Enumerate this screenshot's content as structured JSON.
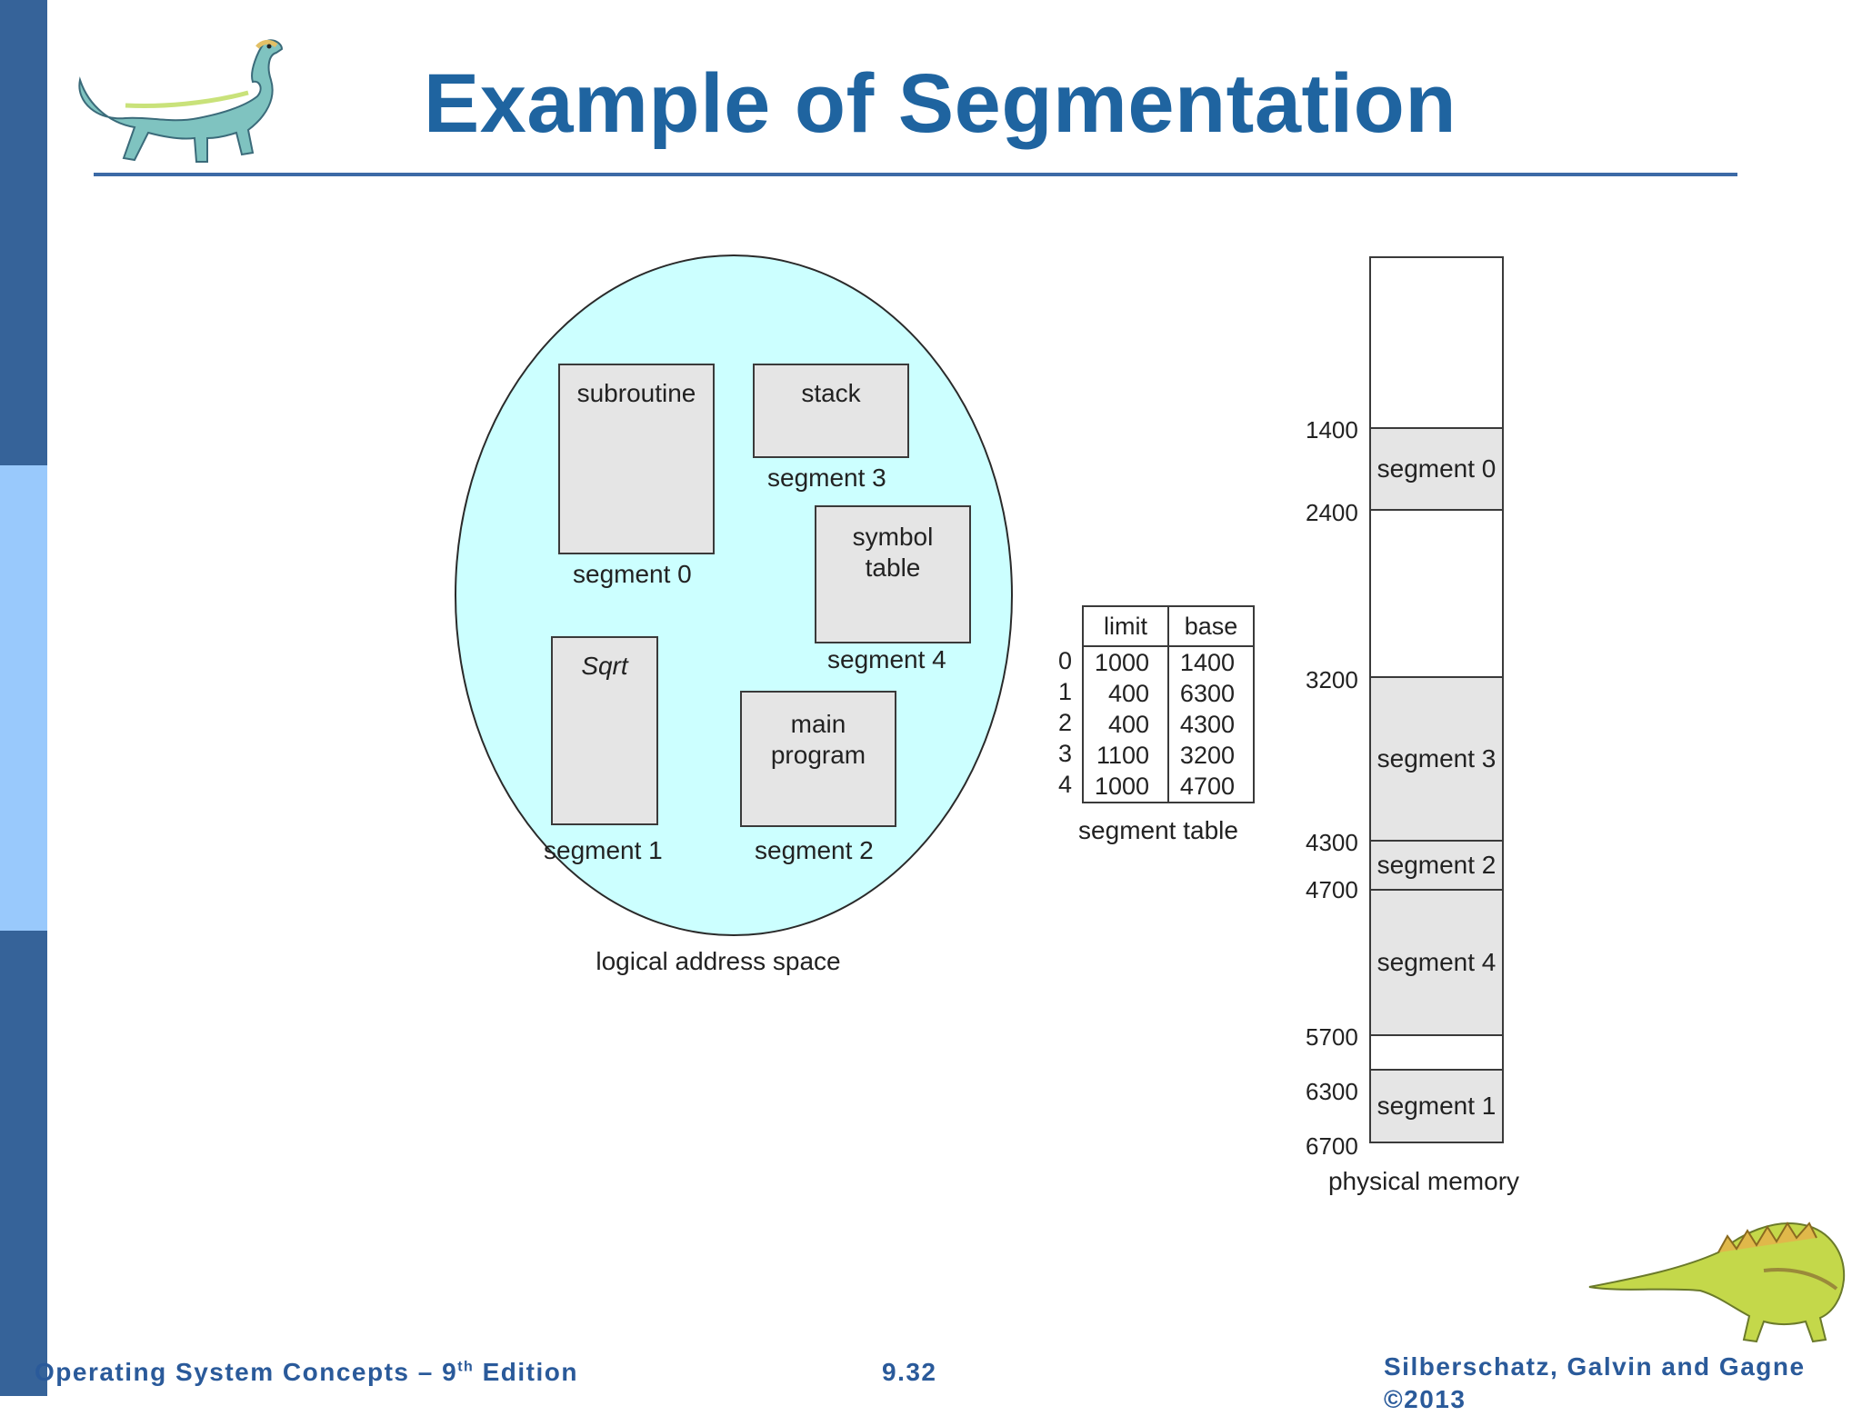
{
  "slide": {
    "title": "Example of Segmentation",
    "footer_left_prefix": "Operating System Concepts – 9",
    "footer_left_sup": "th",
    "footer_left_suffix": " Edition",
    "footer_center": "9.32",
    "footer_right": "Silberschatz, Galvin and Gagne ©2013"
  },
  "logical": {
    "caption": "logical address space",
    "boxes": [
      {
        "label": "subroutine",
        "caption": "segment 0"
      },
      {
        "label": "stack",
        "caption": "segment 3"
      },
      {
        "label_line1": "symbol",
        "label_line2": "table",
        "caption": "segment 4"
      },
      {
        "label": "Sqrt",
        "caption": "segment 1"
      },
      {
        "label_line1": "main",
        "label_line2": "program",
        "caption": "segment 2"
      }
    ]
  },
  "segment_table": {
    "caption": "segment table",
    "headers": [
      "limit",
      "base"
    ],
    "rows": [
      {
        "index": "0",
        "limit": "1000",
        "base": "1400"
      },
      {
        "index": "1",
        "limit": "400",
        "base": "6300"
      },
      {
        "index": "2",
        "limit": "400",
        "base": "4300"
      },
      {
        "index": "3",
        "limit": "1100",
        "base": "3200"
      },
      {
        "index": "4",
        "limit": "1000",
        "base": "4700"
      }
    ]
  },
  "physical": {
    "caption": "physical memory",
    "addresses": [
      "1400",
      "2400",
      "3200",
      "4300",
      "4700",
      "5700",
      "6300",
      "6700"
    ],
    "blocks": [
      {
        "label": "segment 0"
      },
      {
        "label": "segment 3"
      },
      {
        "label": "segment 2"
      },
      {
        "label": "segment 4"
      },
      {
        "label": "segment 1"
      }
    ]
  },
  "colors": {
    "title": "#1f64a0",
    "accent_bar_dark": "#366399",
    "accent_bar_light": "#99c9fc",
    "address_space_fill": "#ccffff",
    "segment_fill": "#e5e5e5"
  }
}
